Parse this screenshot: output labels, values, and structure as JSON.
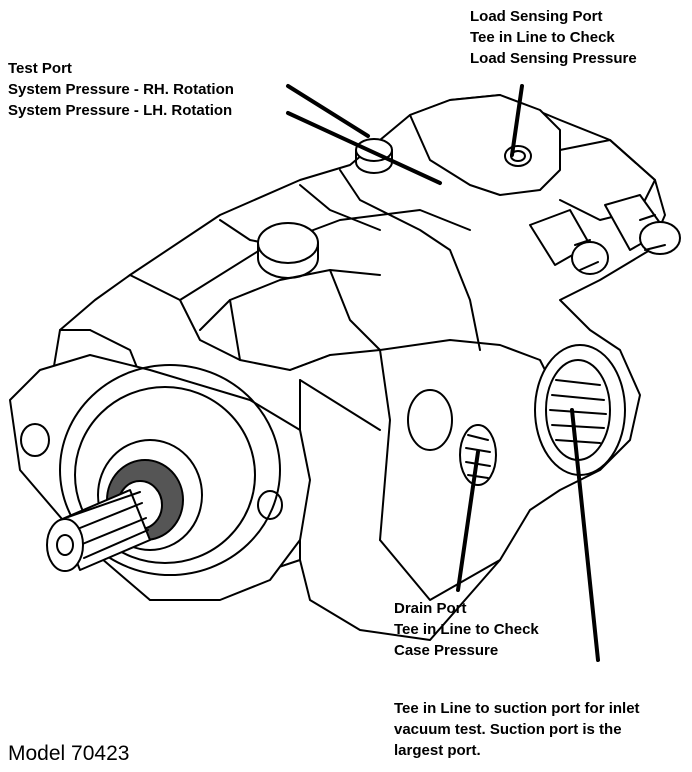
{
  "callouts": {
    "test_port": {
      "lines": [
        "Test Port",
        "System Pressure - RH. Rotation",
        "System Pressure - LH. Rotation"
      ]
    },
    "load_sensing_port": {
      "lines": [
        "Load Sensing Port",
        "Tee in Line to Check",
        "Load Sensing Pressure"
      ]
    },
    "drain_port": {
      "lines": [
        "Drain Port",
        "Tee in Line to Check",
        "Case Pressure"
      ]
    },
    "suction_port": {
      "lines": [
        "Tee in Line to suction port for inlet",
        "vacuum test.  Suction port is the",
        "largest port."
      ]
    }
  },
  "model_label": "Model 70423"
}
